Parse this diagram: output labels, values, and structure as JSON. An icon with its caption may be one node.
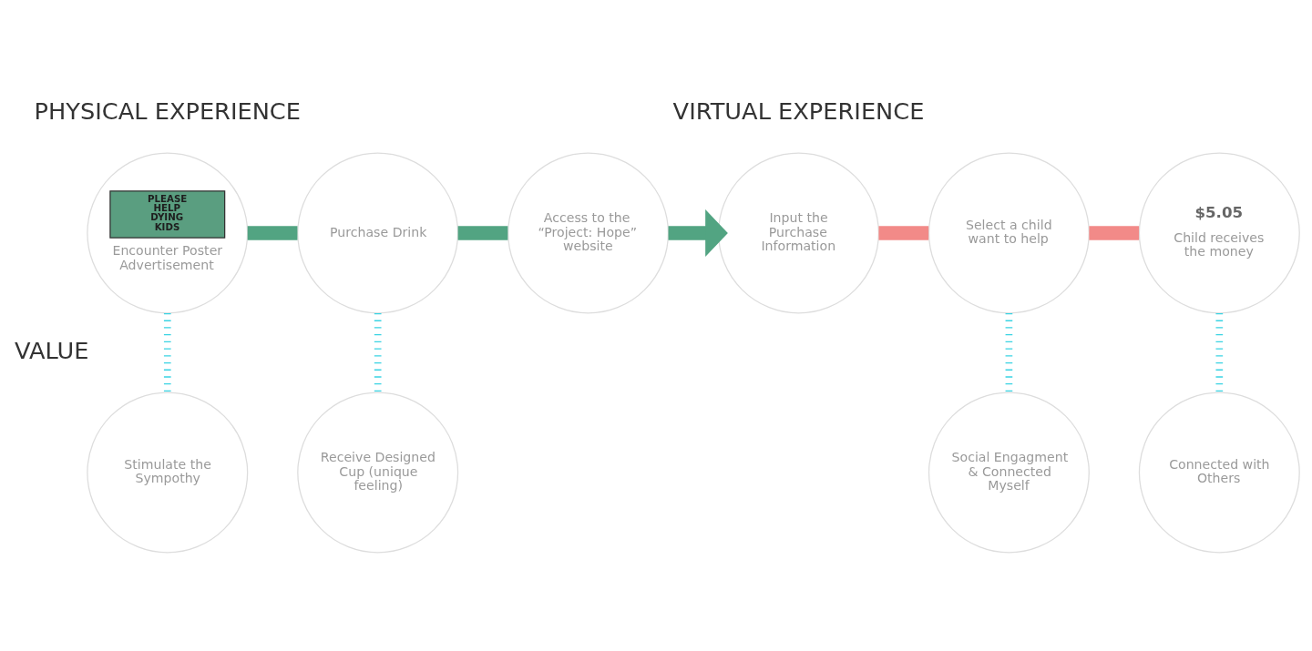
{
  "diagram": {
    "nodes": [
      {
        "text": [
          "PLEASE HELP DYING KIDS",
          "Encounter Poster Advertisement"
        ]
      },
      {
        "text": [
          "Purchase Drink"
        ]
      },
      {
        "text": [
          "Access to the “Project: Hope” website"
        ]
      },
      {
        "text": [
          "Input the Purchase Information"
        ]
      },
      {
        "text": [
          "Select a child want to help"
        ]
      },
      {
        "text": [
          "$5.05",
          "Child receives the money"
        ]
      },
      {
        "text": [
          "Stimulate the Sympothy"
        ]
      },
      {
        "text": [
          "Receive Designed Cup (unique feeling)"
        ]
      },
      {
        "text": [
          "Social Engagment & Connected Myself"
        ]
      },
      {
        "text": [
          "Connected with Others"
        ]
      }
    ],
    "edges": [
      {
        "from": 0,
        "to": 1,
        "arrow": "none",
        "color": "#52a482"
      },
      {
        "from": 1,
        "to": 2,
        "arrow": "none",
        "color": "#52a482"
      },
      {
        "from": 2,
        "to": 3,
        "arrow": "to",
        "color": "#52a482"
      },
      {
        "from": 3,
        "to": 4,
        "arrow": "none",
        "color": "#f28a88"
      },
      {
        "from": 4,
        "to": 5,
        "arrow": "none",
        "color": "#f28a88"
      },
      {
        "from": 0,
        "to": 6,
        "arrow": "none",
        "style": "dashed",
        "color": "#3ad3e3"
      },
      {
        "from": 1,
        "to": 7,
        "arrow": "none",
        "style": "dashed",
        "color": "#3ad3e3"
      },
      {
        "from": 4,
        "to": 8,
        "arrow": "none",
        "style": "dashed",
        "color": "#3ad3e3"
      },
      {
        "from": 5,
        "to": 9,
        "arrow": "none",
        "style": "dashed",
        "color": "#3ad3e3"
      }
    ],
    "labels": [
      "PHYSICAL EXPERIENCE",
      "VIRTUAL EXPERIENCE",
      "VALUE"
    ]
  }
}
